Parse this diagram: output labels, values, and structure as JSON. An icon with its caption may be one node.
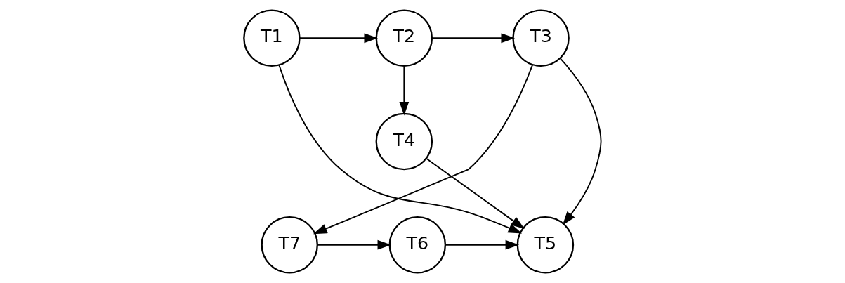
{
  "diagram": {
    "nodes": [
      {
        "text": [
          "T1"
        ]
      },
      {
        "text": [
          "T2"
        ]
      },
      {
        "text": [
          "T3"
        ]
      },
      {
        "text": [
          "T4"
        ]
      },
      {
        "text": [
          "T5"
        ]
      },
      {
        "text": [
          "T6"
        ]
      },
      {
        "text": [
          "T7"
        ]
      }
    ],
    "edges": [
      {
        "from": 0,
        "to": 1,
        "arrow": "to"
      },
      {
        "from": 1,
        "to": 2,
        "arrow": "to"
      },
      {
        "from": 0,
        "to": 4,
        "arrow": "to"
      },
      {
        "from": 1,
        "to": 3,
        "arrow": "to"
      },
      {
        "from": 2,
        "to": 4,
        "arrow": "to"
      },
      {
        "from": 3,
        "to": 4,
        "arrow": "to"
      },
      {
        "from": 2,
        "to": 6,
        "arrow": "to"
      },
      {
        "from": 6,
        "to": 5,
        "arrow": "to"
      },
      {
        "from": 5,
        "to": 4,
        "arrow": "to"
      }
    ]
  }
}
